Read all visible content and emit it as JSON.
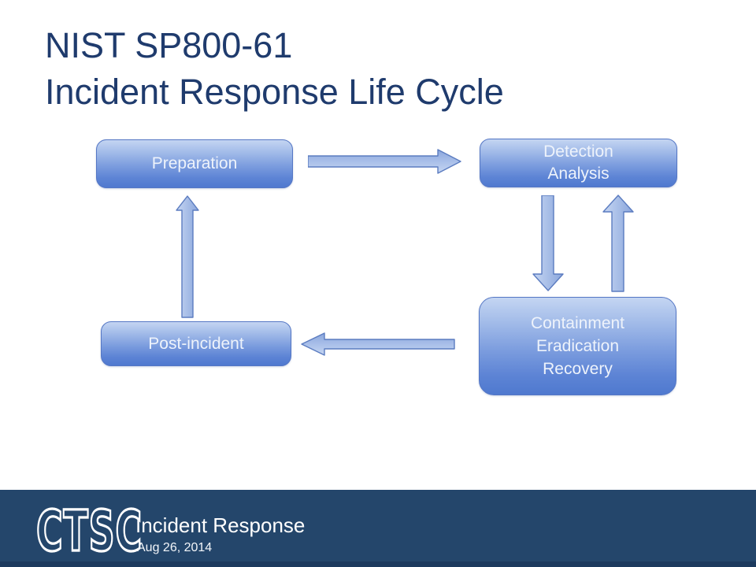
{
  "slide": {
    "title": [
      "NIST SP800-61",
      "Incident Response Life Cycle"
    ]
  },
  "diagram": {
    "nodes": {
      "preparation": {
        "lines": [
          "Preparation"
        ]
      },
      "detection": {
        "lines": [
          "Detection",
          "Analysis"
        ]
      },
      "containment": {
        "lines": [
          "Containment",
          "Eradication",
          "Recovery"
        ]
      },
      "post_incident": {
        "lines": [
          "Post-incident"
        ]
      }
    },
    "edges": [
      {
        "from": "Preparation",
        "to": "Detection / Analysis"
      },
      {
        "from": "Detection / Analysis",
        "to": "Containment / Eradication / Recovery"
      },
      {
        "from": "Containment / Eradication / Recovery",
        "to": "Detection / Analysis"
      },
      {
        "from": "Containment / Eradication / Recovery",
        "to": "Post-incident"
      },
      {
        "from": "Post-incident",
        "to": "Preparation"
      }
    ]
  },
  "footer": {
    "logo": "CTSC",
    "title": "Incident Response",
    "date": "Aug 26, 2014"
  },
  "colors": {
    "title_text": "#1f3b6d",
    "box_gradient_top": "#c4d5f2",
    "box_gradient_bottom": "#4f79cf",
    "box_border": "#5577c5",
    "arrow_fill_light": "#c6d6f2",
    "arrow_fill_dark": "#8aa6dc",
    "arrow_border": "#5b7cc0",
    "footer_background": "#24466b",
    "footer_text": "#ffffff"
  }
}
